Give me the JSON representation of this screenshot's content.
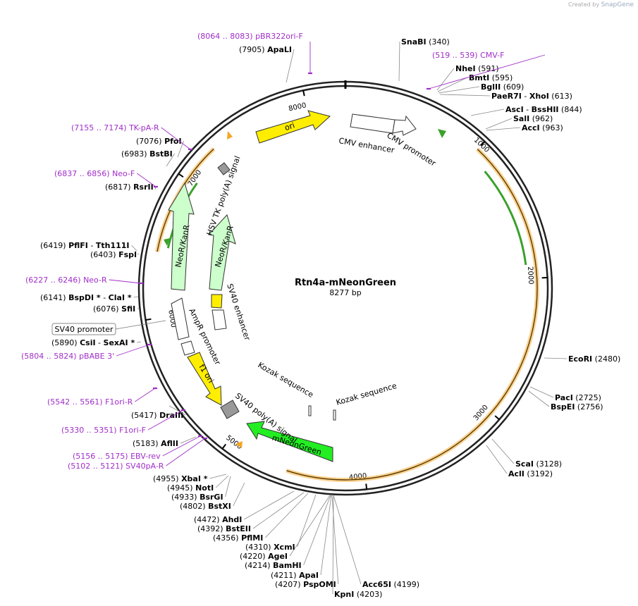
{
  "credit": {
    "prefix": "Created by",
    "brand": "SnapGene"
  },
  "plasmid": {
    "name": "Rtn4a-mNeonGreen",
    "size_label": "8277 bp",
    "length": 8277
  },
  "ticks": [
    "1000",
    "2000",
    "3000",
    "4000",
    "5000",
    "6000",
    "7000",
    "8000"
  ],
  "enzymes": [
    {
      "name": "SnaBI",
      "pos": "(340)"
    },
    {
      "name": "NheI",
      "pos": "(591)"
    },
    {
      "name": "BmtI",
      "pos": "(595)"
    },
    {
      "name": "BglII",
      "pos": "(609)"
    },
    {
      "name": "PaeR7I",
      "pos": "(613)",
      "name2": "XhoI"
    },
    {
      "name": "AscI",
      "pos": "(844)",
      "name2": "BssHII"
    },
    {
      "name": "SalI",
      "pos": "(962)"
    },
    {
      "name": "AccI",
      "pos": "(963)"
    },
    {
      "name": "EcoRI",
      "pos": "(2480)"
    },
    {
      "name": "PacI",
      "pos": "(2725)"
    },
    {
      "name": "BspEI",
      "pos": "(2756)"
    },
    {
      "name": "ScaI",
      "pos": "(3128)"
    },
    {
      "name": "AclI",
      "pos": "(3192)"
    },
    {
      "name": "Acc65I",
      "pos": "(4199)"
    },
    {
      "name": "KpnI",
      "pos": "(4203)"
    },
    {
      "name": "PspOMI",
      "pos": "(4207)"
    },
    {
      "name": "ApaI",
      "pos": "(4211)"
    },
    {
      "name": "BamHI",
      "pos": "(4214)"
    },
    {
      "name": "AgeI",
      "pos": "(4220)"
    },
    {
      "name": "XcmI",
      "pos": "(4310)"
    },
    {
      "name": "PflMI",
      "pos": "(4356)"
    },
    {
      "name": "BstEII",
      "pos": "(4392)"
    },
    {
      "name": "AhdI",
      "pos": "(4472)"
    },
    {
      "name": "BstXI",
      "pos": "(4802)"
    },
    {
      "name": "BsrGI",
      "pos": "(4933)"
    },
    {
      "name": "NotI",
      "pos": "(4945)"
    },
    {
      "name": "XbaI *",
      "pos": "(4955)"
    },
    {
      "name": "AflII",
      "pos": "(5183)"
    },
    {
      "name": "DraIII",
      "pos": "(5417)"
    },
    {
      "name": "CsiI",
      "pos": "(5890)",
      "name2": "SexAI *"
    },
    {
      "name": "SfiI",
      "pos": "(6076)"
    },
    {
      "name": "BspDI *",
      "pos": "(6141)",
      "name2": "ClaI *"
    },
    {
      "name": "FspI",
      "pos": "(6403)"
    },
    {
      "name": "PflFI",
      "pos": "(6419)",
      "name2": "Tth111I"
    },
    {
      "name": "RsrII",
      "pos": "(6817)"
    },
    {
      "name": "BstBI",
      "pos": "(6983)"
    },
    {
      "name": "PfoI",
      "pos": "(7076)"
    },
    {
      "name": "ApaLI",
      "pos": "(7905)"
    }
  ],
  "primers": [
    {
      "range": "(8064 .. 8083)",
      "name": "pBR322ori-F"
    },
    {
      "range": "(519 .. 539)",
      "name": "CMV-F"
    },
    {
      "range": "(7155 .. 7174)",
      "name": "TK-pA-R"
    },
    {
      "range": "(6837 .. 6856)",
      "name": "Neo-F"
    },
    {
      "range": "(6227 .. 6246)",
      "name": "Neo-R"
    },
    {
      "range": "(5804 .. 5824)",
      "name": "pBABE 3'"
    },
    {
      "range": "(5542 .. 5561)",
      "name": "F1ori-R"
    },
    {
      "range": "(5330 .. 5351)",
      "name": "F1ori-F"
    },
    {
      "range": "(5156 .. 5175)",
      "name": "EBV-rev"
    },
    {
      "range": "(5102 .. 5121)",
      "name": "SV40pA-R"
    }
  ],
  "features": {
    "ori": "ori",
    "cmv_enhancer": "CMV enhancer",
    "cmv_promoter": "CMV promoter",
    "hsv_tk": "HSV TK poly(A) signal",
    "neor_outer": "NeoR/KanR",
    "neor_inner": "NeoR/KanR",
    "sv40_enhancer": "SV40 enhancer",
    "ampr_promoter": "AmpR promoter",
    "f1_ori": "f1 ori",
    "sv40_polya": "SV40 poly(A) signal",
    "mneongreen": "mNeonGreen",
    "kozak1": "Kozak sequence",
    "kozak2": "Kozak sequence",
    "sv40_promoter": "SV40 promoter"
  },
  "colors": {
    "ori": "#ffee00",
    "neor": "#ccffcc",
    "mneongreen": "#22ee22",
    "orf": "#f5a623",
    "primer": "#a02ec8",
    "polya": "#999999",
    "promoter": "#ffffff"
  }
}
